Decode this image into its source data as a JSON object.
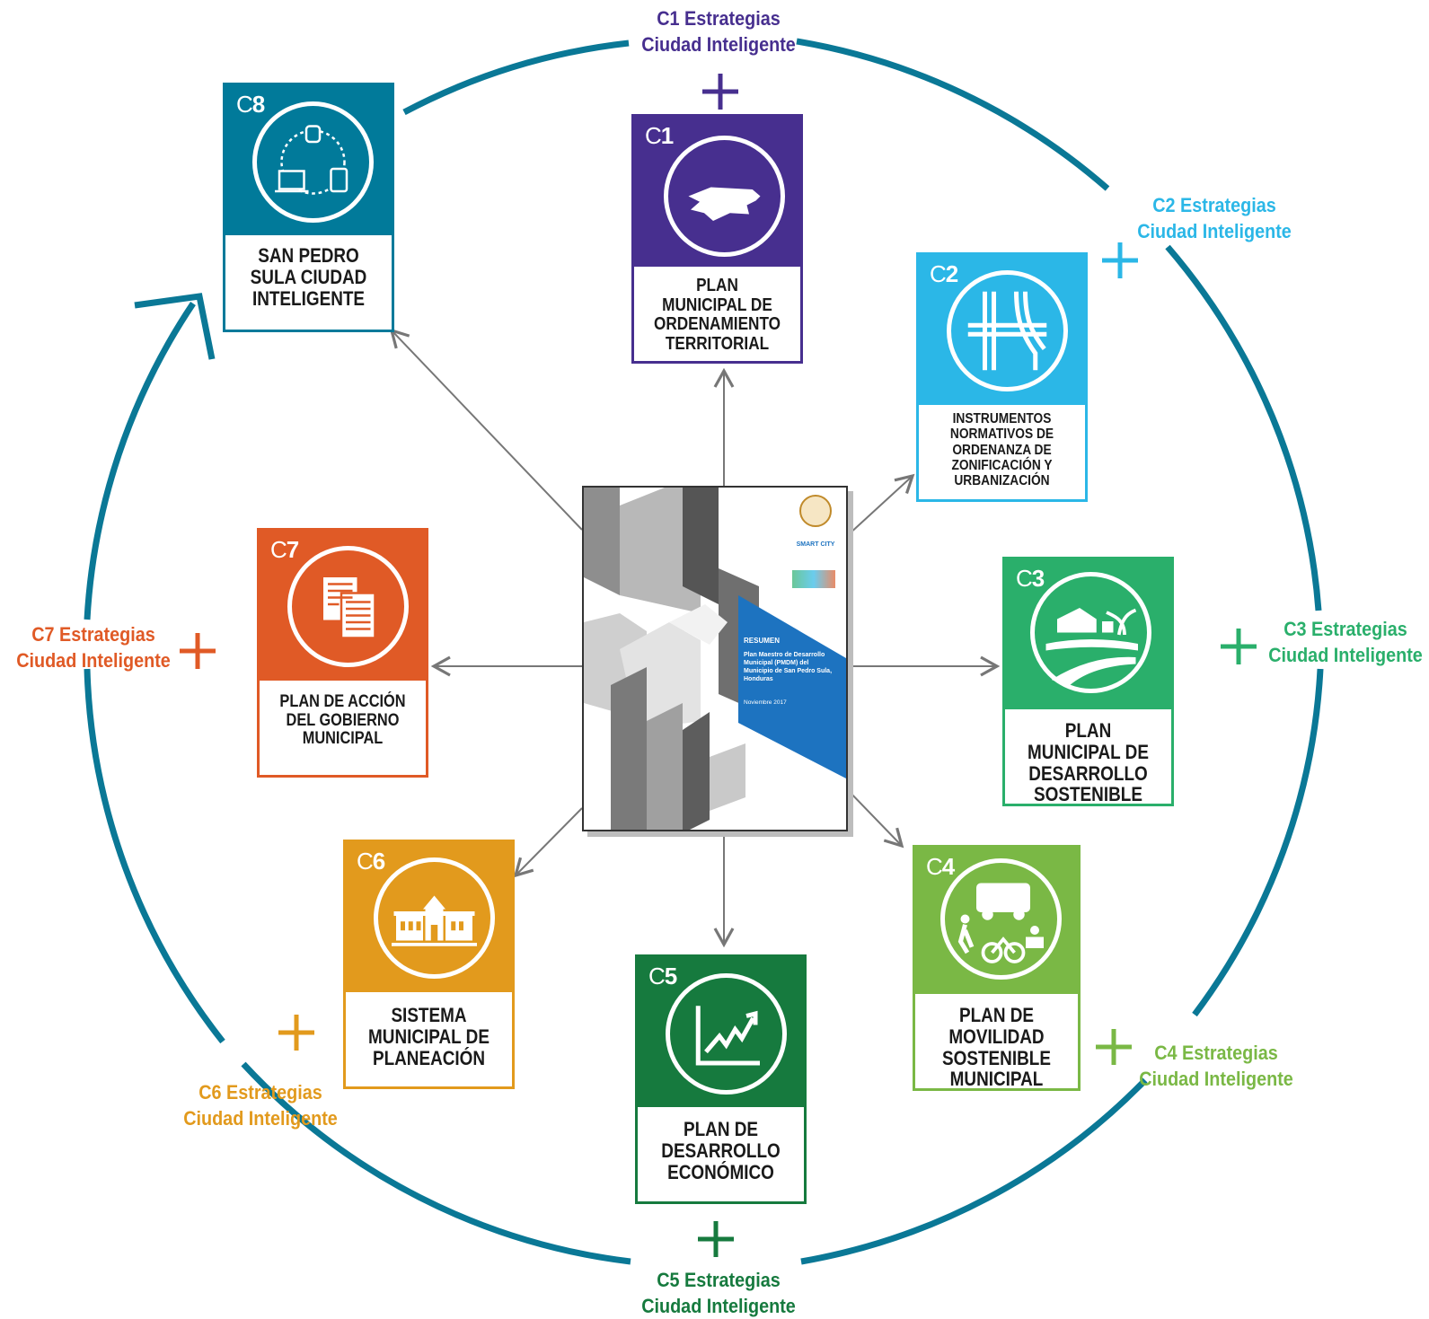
{
  "center_document": {
    "heading": "RESUMEN",
    "title": "Plan Maestro de Desarrollo Municipal (PMDM) del Municipio de San Pedro Sula, Honduras",
    "date": "Noviembre 2017",
    "logo_text": "SMART CITY"
  },
  "cards": [
    {
      "code_prefix": "C",
      "code_num": "1",
      "title": "PLAN\nMUNICIPAL DE\nORDENAMIENTO\nTERRITORIAL",
      "color": "#472f8f",
      "icon": "graduation-cap-map-icon"
    },
    {
      "code_prefix": "C",
      "code_num": "2",
      "title": "INSTRUMENTOS\nNORMATIVOS DE\nORDENANZA DE\nZONIFICACIÓN Y\nURBANIZACIÓN",
      "color": "#2bb7e7",
      "icon": "road-grid-icon"
    },
    {
      "code_prefix": "C",
      "code_num": "3",
      "title": "PLAN\nMUNICIPAL DE\nDESARROLLO\nSOSTENIBLE",
      "color": "#2aaf6b",
      "icon": "landscape-icon"
    },
    {
      "code_prefix": "C",
      "code_num": "4",
      "title": "PLAN DE\nMOVILIDAD\nSOSTENIBLE\nMUNICIPAL",
      "color": "#7ab845",
      "icon": "mobility-icon"
    },
    {
      "code_prefix": "C",
      "code_num": "5",
      "title": "PLAN DE\nDESARROLLO\nECONÓMICO",
      "color": "#167a3e",
      "icon": "growth-chart-icon"
    },
    {
      "code_prefix": "C",
      "code_num": "6",
      "title": "SISTEMA\nMUNICIPAL DE\nPLANEACIÓN",
      "color": "#e29a1d",
      "icon": "building-icon"
    },
    {
      "code_prefix": "C",
      "code_num": "7",
      "title": "PLAN DE ACCIÓN\nDEL GOBIERNO\nMUNICIPAL",
      "color": "#e05a26",
      "icon": "documents-icon"
    },
    {
      "code_prefix": "C",
      "code_num": "8",
      "title": "SAN PEDRO\nSULA CIUDAD\nINTELIGENTE",
      "color": "#017a9a",
      "icon": "devices-icon"
    }
  ],
  "strategies": [
    {
      "label": "C1 Estrategias\nCiudad Inteligente",
      "color": "#472f8f"
    },
    {
      "label": "C2 Estrategias\nCiudad Inteligente",
      "color": "#2bb7e7"
    },
    {
      "label": "C3 Estrategias\nCiudad Inteligente",
      "color": "#2aaf6b"
    },
    {
      "label": "C4 Estrategias\nCiudad Inteligente",
      "color": "#7ab845"
    },
    {
      "label": "C5 Estrategias\nCiudad Inteligente",
      "color": "#167a3e"
    },
    {
      "label": "C6 Estrategias\nCiudad Inteligente",
      "color": "#e29a1d"
    },
    {
      "label": "C7 Estrategias\nCiudad Inteligente",
      "color": "#e05a26"
    }
  ],
  "ring_color": "#0a7896",
  "arrow_color": "#777777"
}
